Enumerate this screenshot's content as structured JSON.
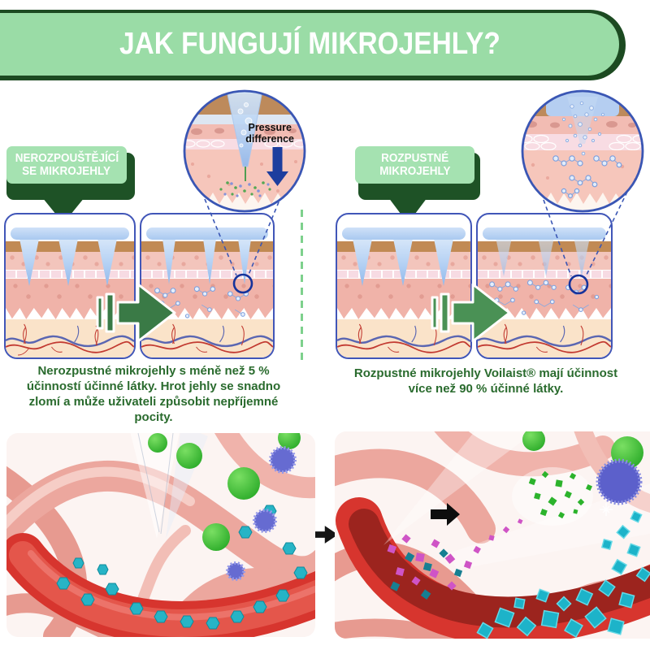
{
  "header": {
    "title": "JAK FUNGUJÍ MIKROJEHLY?"
  },
  "bubbles": {
    "left": {
      "line1": "NEROZPOUŠTĚJÍCÍ",
      "line2": "SE MIKROJEHLY"
    },
    "right": {
      "line1": "ROZPUSTNÉ",
      "line2": "MIKROJEHLY"
    }
  },
  "magnifier_left": {
    "label_line1": "Pressure",
    "label_line2": "difference"
  },
  "captions": {
    "left_lines": [
      "Nerozpustné mikrojehly s méně než 5 %",
      "účinností účinné látky. Hrot jehly se snadno",
      "zlomí a může uživateli způsobit nepříjemné",
      "pocity."
    ],
    "right_lines": [
      "Rozpustné mikrojehly Voilaist® mají účinnost",
      "více než 90 % účinné látky."
    ]
  },
  "colors": {
    "banner_green": "#9adca6",
    "banner_shadow": "#1c4a21",
    "bubble_green": "#a5e2b1",
    "bubble_shadow": "#1e5226",
    "caption_green": "#2a6b2e",
    "arrow_green_left": "#3a7a46",
    "arrow_green_right": "#4a9155",
    "panel_border_blue": "#4156b8",
    "pressure_arrow_blue": "#1d3e9e",
    "divider_green": "#7ed18d"
  },
  "icons": {
    "flow_arrow": "right-arrow",
    "pressure_arrow": "down-arrow",
    "transition_arrow": "right-arrow"
  }
}
